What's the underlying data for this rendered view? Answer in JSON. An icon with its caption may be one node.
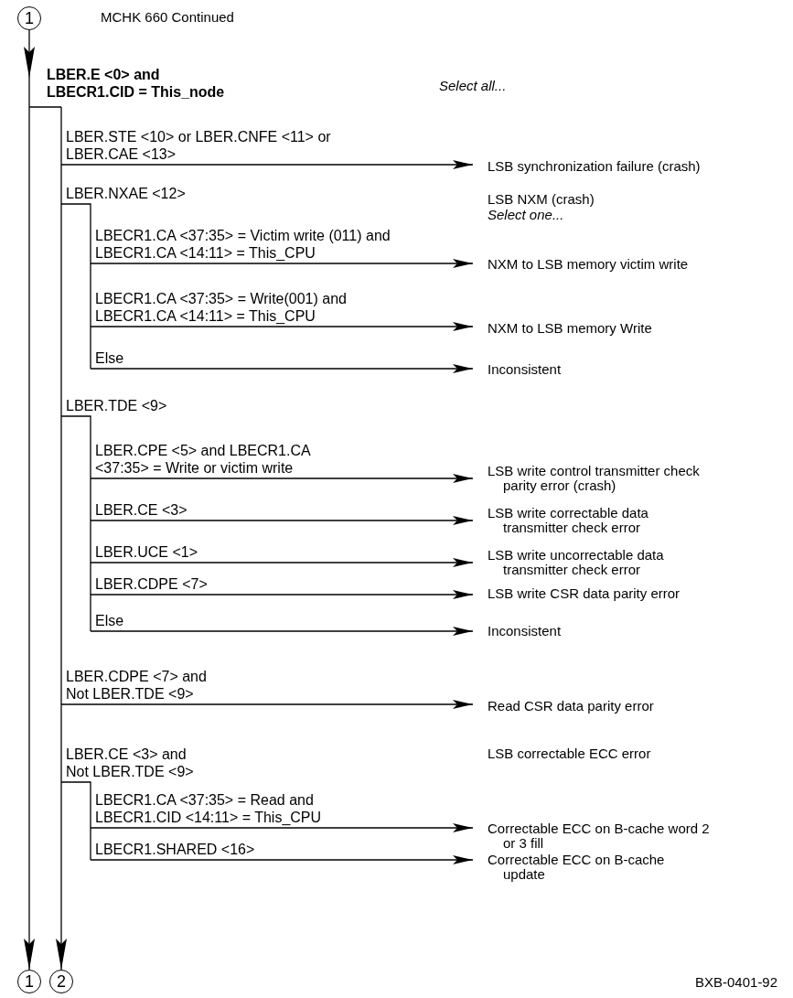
{
  "diagram": {
    "title": "MCHK 660 Continued",
    "nodes": [
      {
        "text": [
          "1"
        ]
      },
      {
        "text": [
          "LBER.E <0> and LBECR1.CID = This_node"
        ]
      },
      {
        "text": [
          "LBER.STE <10> or LBER.CNFE <11> or LBER.CAE <13>"
        ]
      },
      {
        "text": [
          "LSB synchronization failure (crash)"
        ]
      },
      {
        "text": [
          "LBER.NXAE <12>"
        ]
      },
      {
        "text": [
          "LBECR1.CA <37:35> = Victim write (011) and LBECR1.CA <14:11> = This_CPU"
        ]
      },
      {
        "text": [
          "NXM to LSB memory victim write"
        ]
      },
      {
        "text": [
          "LBECR1.CA <37:35> = Write(001) and LBECR1.CA <14:11> = This_CPU"
        ]
      },
      {
        "text": [
          "NXM to LSB memory Write"
        ]
      },
      {
        "text": [
          "Else"
        ]
      },
      {
        "text": [
          "Inconsistent"
        ]
      },
      {
        "text": [
          "LBER.TDE <9>"
        ]
      },
      {
        "text": [
          "LBER.CPE <5> and LBECR1.CA <37:35> = Write or victim write"
        ]
      },
      {
        "text": [
          "LSB write control transmitter check parity error (crash)"
        ]
      },
      {
        "text": [
          "LBER.CE <3>"
        ]
      },
      {
        "text": [
          "LSB write correctable data transmitter check error"
        ]
      },
      {
        "text": [
          "LBER.UCE <1>"
        ]
      },
      {
        "text": [
          "LSB write uncorrectable data transmitter check error"
        ]
      },
      {
        "text": [
          "LBER.CDPE <7>"
        ]
      },
      {
        "text": [
          "LSB write CSR data parity error"
        ]
      },
      {
        "text": [
          "Else"
        ]
      },
      {
        "text": [
          "Inconsistent"
        ]
      },
      {
        "text": [
          "LBER.CDPE <7> and Not LBER.TDE <9>"
        ]
      },
      {
        "text": [
          "Read CSR data parity error"
        ]
      },
      {
        "text": [
          "LBER.CE <3> and Not LBER.TDE <9>"
        ]
      },
      {
        "text": [
          "LBECR1.CA <37:35> = Read and LBECR1.CID <14:11> = This_CPU"
        ]
      },
      {
        "text": [
          "Correctable ECC on B-cache word 2 or 3 fill"
        ]
      },
      {
        "text": [
          "LBECR1.SHARED <16>"
        ]
      },
      {
        "text": [
          "Correctable ECC on B-cache update"
        ]
      },
      {
        "text": [
          "1"
        ]
      },
      {
        "text": [
          "2"
        ]
      }
    ],
    "edges": [
      {
        "from": 0,
        "to": 29,
        "arrow": "to"
      },
      {
        "from": 1,
        "to": 30,
        "arrow": "to"
      },
      {
        "from": 2,
        "to": 3,
        "arrow": "to"
      },
      {
        "from": 5,
        "to": 6,
        "arrow": "to"
      },
      {
        "from": 7,
        "to": 8,
        "arrow": "to"
      },
      {
        "from": 9,
        "to": 10,
        "arrow": "to"
      },
      {
        "from": 12,
        "to": 13,
        "arrow": "to"
      },
      {
        "from": 14,
        "to": 15,
        "arrow": "to"
      },
      {
        "from": 16,
        "to": 17,
        "arrow": "to"
      },
      {
        "from": 18,
        "to": 19,
        "arrow": "to"
      },
      {
        "from": 20,
        "to": 21,
        "arrow": "to"
      },
      {
        "from": 22,
        "to": 23,
        "arrow": "to"
      },
      {
        "from": 25,
        "to": 26,
        "arrow": "to"
      },
      {
        "from": 27,
        "to": 28,
        "arrow": "to"
      },
      {
        "from": 4,
        "to": 9,
        "arrow": "none"
      },
      {
        "from": 11,
        "to": 20,
        "arrow": "none"
      },
      {
        "from": 24,
        "to": 27,
        "arrow": "none"
      }
    ],
    "labels": [
      "Select all...",
      "LSB NXM (crash)",
      "Select one...",
      "LSB correctable ECC error",
      "BXB-0401-92"
    ]
  }
}
